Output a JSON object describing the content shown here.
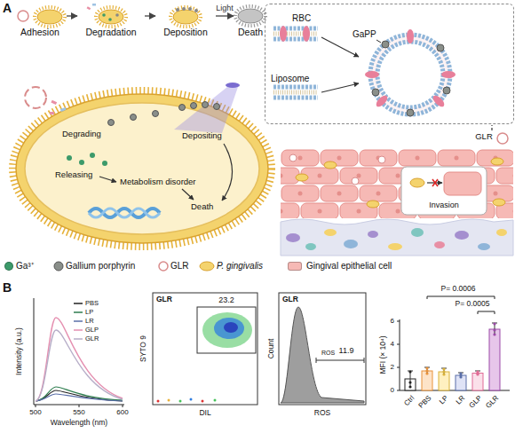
{
  "diagram": {
    "nodes": [
      {
        "text": [
          "Adhesion"
        ]
      },
      {
        "text": [
          "Degradation"
        ]
      },
      {
        "text": [
          "Deposition"
        ]
      },
      {
        "text": [
          "Death"
        ]
      },
      {
        "text": [
          "RBC",
          "GaPP",
          "Liposome"
        ]
      },
      {
        "text": [
          "GLR"
        ]
      }
    ],
    "edges": [
      {
        "from": 0,
        "to": 1,
        "arrow": "to"
      },
      {
        "from": 1,
        "to": 2,
        "arrow": "to"
      },
      {
        "from": 2,
        "to": 3,
        "label": "Light",
        "arrow": "to"
      },
      {
        "from": 5,
        "to": 4,
        "arrow": "none"
      }
    ],
    "labels": [
      "A",
      "Degrading",
      "Depositing",
      "Releasing",
      "Metabolism disorder",
      "Death",
      "Invasion",
      "B",
      "Intensity (a.u.)",
      "500",
      "550",
      "600",
      "Wavelength (nm)",
      "SYTO 9",
      "GLR",
      "23.2",
      "DIL",
      "GLR",
      "11.9",
      "ROS",
      "Count",
      "ROS",
      "MFI (× 10⁴)",
      "P= 0.0006",
      "P= 0.0005",
      "0",
      "2",
      "4",
      "6",
      "Ctrl",
      "PBS",
      "LP",
      "LR",
      "GLP",
      "GLR"
    ],
    "legend": [
      {
        "text": "Ga³⁺",
        "color": "#3c9a6a"
      },
      {
        "text": "Gallium porphyrin"
      },
      {
        "text": "GLR"
      },
      {
        "text": "P. gingivalis"
      },
      {
        "text": "Gingival epithelial cell",
        "color": "#f6b9b5"
      },
      {
        "text": "PBS"
      },
      {
        "text": "LP"
      },
      {
        "text": "LR"
      },
      {
        "text": "GLP"
      },
      {
        "text": "GLR"
      }
    ]
  }
}
